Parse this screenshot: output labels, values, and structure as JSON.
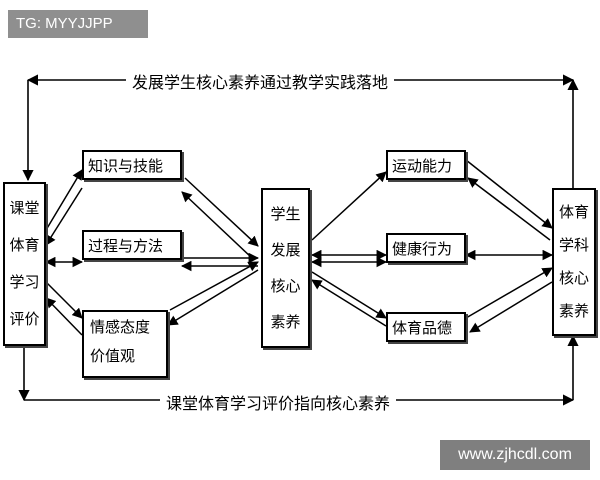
{
  "watermarks": {
    "top_left": "TG: MYYJJPP",
    "bottom_right": "www.zjhcdl.com"
  },
  "top_label": "发展学生核心素养通过教学实践落地",
  "bottom_label": "课堂体育学习评价指向核心素养",
  "left_box": [
    "课堂",
    "体育",
    "学习",
    "评价"
  ],
  "left_items": [
    "知识与技能",
    "过程与方法",
    [
      "情感态度",
      "价值观"
    ]
  ],
  "center_box": [
    "学生",
    "发展",
    "核心",
    "素养"
  ],
  "right_items": [
    "运动能力",
    "健康行为",
    "体育品德"
  ],
  "right_box": [
    "体育",
    "学科",
    "核心",
    "素养"
  ]
}
